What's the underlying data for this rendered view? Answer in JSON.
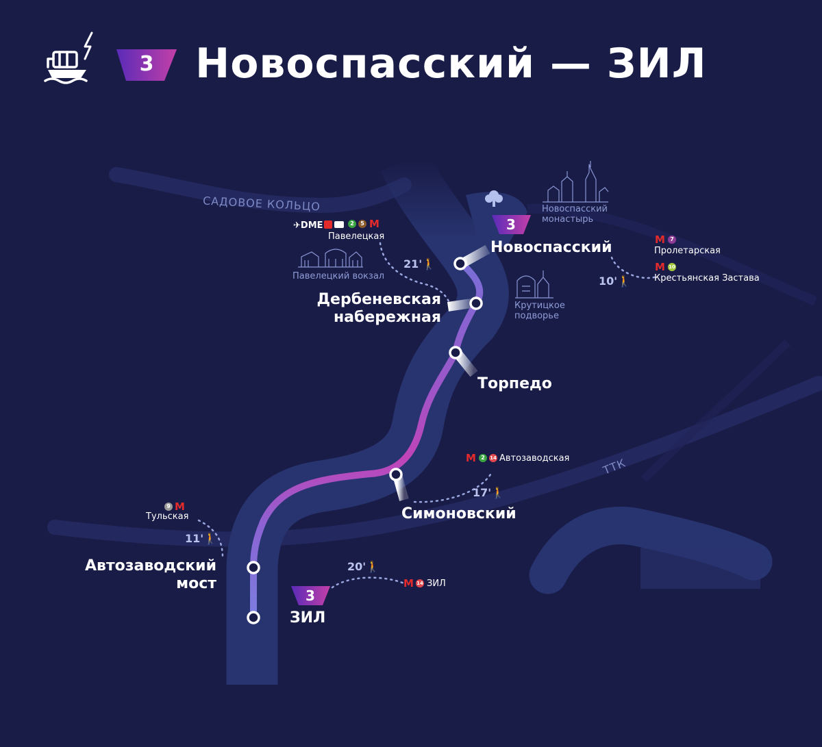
{
  "header": {
    "route_number": "3",
    "title": "Новоспасский — ЗИЛ",
    "transport_icon": "electric-boat-icon"
  },
  "roads": {
    "garden_ring": "САДОВОЕ КОЛЬЦО",
    "ttk": "ТТК"
  },
  "stations": {
    "novospassky": "Новоспасский",
    "derbenevskaya_1": "Дербеневская",
    "derbenevskaya_2": "набережная",
    "torpedo": "Торпедо",
    "simonovsky": "Симоновский",
    "avtozavodsky_1": "Автозаводский",
    "avtozavodsky_2": "мост",
    "zil": "ЗИЛ"
  },
  "terminal_badges": {
    "north": "3",
    "south": "3"
  },
  "transfers": {
    "paveletskaya": {
      "dme": "DME",
      "lines": [
        "2",
        "5"
      ],
      "name": "Павелецкая",
      "walk": "21'"
    },
    "proletarskaya": {
      "line": "7",
      "name": "Пролетарская"
    },
    "krestyanskaya": {
      "line": "10",
      "name": "Крестьянская Застава",
      "walk": "10'"
    },
    "avtozavodskaya": {
      "lines": [
        "2",
        "14"
      ],
      "name": "Автозаводская",
      "walk": "17'"
    },
    "tulskaya": {
      "line": "9",
      "name": "Тульская",
      "walk": "11'"
    },
    "zil_mcc": {
      "line": "14",
      "name": "ЗИЛ",
      "walk": "20'"
    }
  },
  "landmarks": {
    "pavelets_station": "Павелецкий вокзал",
    "novospassky_monastery_1": "Новоспасский",
    "novospassky_monastery_2": "монастырь",
    "krutitskoe_1": "Крутицкое",
    "krutitskoe_2": "подворье"
  },
  "metro_symbol": "М",
  "colors": {
    "background": "#1a1c48",
    "river": "#27336f",
    "route_start": "#7a6fd8",
    "route_mid": "#c044b8",
    "line_2": "#3aa541",
    "line_5": "#8b5a2b",
    "line_7": "#8e3a96",
    "line_9": "#9a9a9a",
    "line_10": "#a3c93a",
    "line_14": "#e0484d",
    "metro_red": "#e42b2b"
  }
}
